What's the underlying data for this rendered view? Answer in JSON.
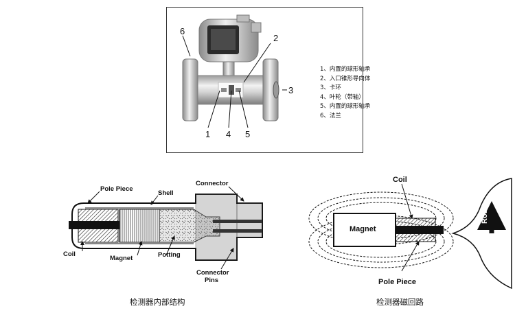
{
  "top_figure": {
    "callouts": [
      "1",
      "2",
      "3",
      "4",
      "5",
      "6"
    ],
    "legend": [
      "1、内置的球形轴承",
      "2、入口锥形导向体",
      "3、卡环",
      "4、叶轮（带轴）",
      "5、内置的球形轴承",
      "6、法兰"
    ]
  },
  "left_figure": {
    "labels": {
      "pole_piece": "Pole Piece",
      "shell": "Shell",
      "connector": "Connector",
      "coil": "Coil",
      "magnet": "Magnet",
      "potting": "Potting",
      "connector_pins_1": "Connector",
      "connector_pins_2": "Pins"
    },
    "caption": "检测器内部结构"
  },
  "right_figure": {
    "labels": {
      "coil": "Coil",
      "magnet": "Magnet",
      "pole_piece": "Pole Piece",
      "rotor": "Rotor"
    },
    "caption": "检测器磁回路"
  }
}
